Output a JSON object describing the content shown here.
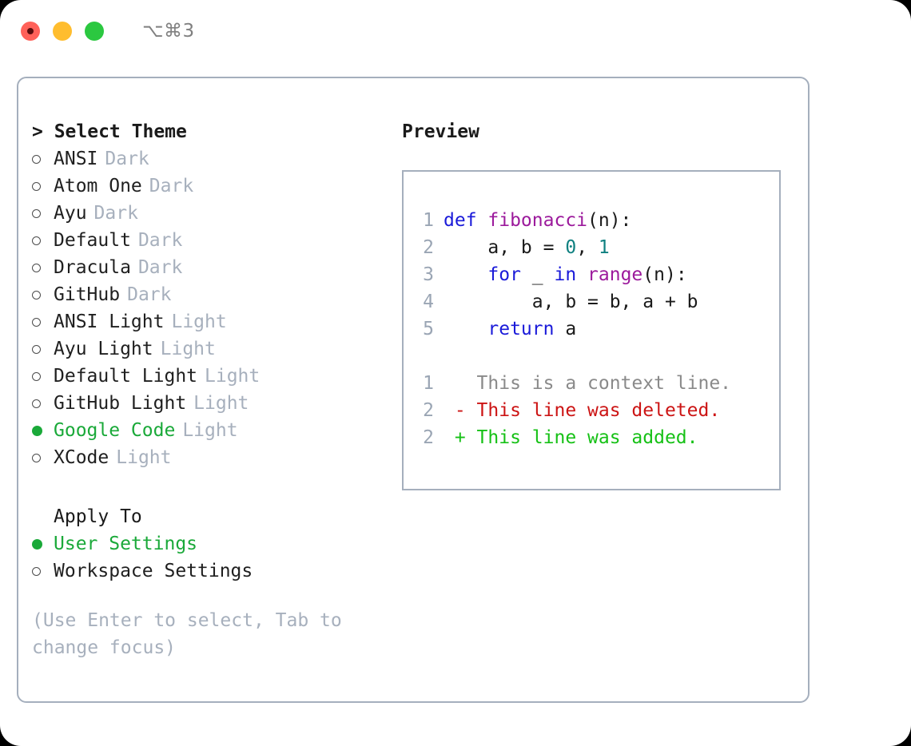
{
  "titlebar": {
    "shortcut": "⌥⌘3",
    "lights": {
      "close_label": "close",
      "minimize_label": "minimize",
      "zoom_label": "zoom"
    }
  },
  "theme_picker": {
    "header": "> Select Theme",
    "options": [
      {
        "label": "ANSI",
        "suffix": "Dark",
        "selected": false
      },
      {
        "label": "Atom One",
        "suffix": "Dark",
        "selected": false
      },
      {
        "label": "Ayu",
        "suffix": "Dark",
        "selected": false
      },
      {
        "label": "Default",
        "suffix": "Dark",
        "selected": false
      },
      {
        "label": "Dracula",
        "suffix": "Dark",
        "selected": false
      },
      {
        "label": "GitHub",
        "suffix": "Dark",
        "selected": false
      },
      {
        "label": "ANSI Light",
        "suffix": "Light",
        "selected": false
      },
      {
        "label": "Ayu Light",
        "suffix": "Light",
        "selected": false
      },
      {
        "label": "Default Light",
        "suffix": "Light",
        "selected": false
      },
      {
        "label": "GitHub Light",
        "suffix": "Light",
        "selected": false
      },
      {
        "label": "Google Code",
        "suffix": "Light",
        "selected": true
      },
      {
        "label": "XCode",
        "suffix": "Light",
        "selected": false
      }
    ]
  },
  "apply_to": {
    "header": "Apply To",
    "options": [
      {
        "label": "User Settings",
        "selected": true
      },
      {
        "label": "Workspace Settings",
        "selected": false
      }
    ]
  },
  "hint": "(Use Enter to select, Tab to change focus)",
  "preview": {
    "title": "Preview",
    "code_lines": [
      {
        "number": "1",
        "tokens": [
          {
            "text": "def ",
            "type": "kw"
          },
          {
            "text": "fibonacci",
            "type": "fn"
          },
          {
            "text": "(n):",
            "type": "plain"
          }
        ]
      },
      {
        "number": "2",
        "tokens": [
          {
            "text": "    a, b = ",
            "type": "plain"
          },
          {
            "text": "0",
            "type": "num"
          },
          {
            "text": ", ",
            "type": "plain"
          },
          {
            "text": "1",
            "type": "num"
          }
        ]
      },
      {
        "number": "3",
        "tokens": [
          {
            "text": "    ",
            "type": "plain"
          },
          {
            "text": "for",
            "type": "kw"
          },
          {
            "text": " _ ",
            "type": "plain"
          },
          {
            "text": "in",
            "type": "kw"
          },
          {
            "text": " ",
            "type": "plain"
          },
          {
            "text": "range",
            "type": "fn"
          },
          {
            "text": "(n):",
            "type": "plain"
          }
        ]
      },
      {
        "number": "4",
        "tokens": [
          {
            "text": "        a, b = b, a + b",
            "type": "plain"
          }
        ]
      },
      {
        "number": "5",
        "tokens": [
          {
            "text": "    ",
            "type": "plain"
          },
          {
            "text": "return",
            "type": "kw"
          },
          {
            "text": " a",
            "type": "plain"
          }
        ]
      }
    ],
    "diff_lines": [
      {
        "number": "1",
        "marker": " ",
        "text": "This is a context line.",
        "kind": "ctx"
      },
      {
        "number": "2",
        "marker": "-",
        "text": "This line was deleted.",
        "kind": "del"
      },
      {
        "number": "2",
        "marker": "+",
        "text": "This line was added.",
        "kind": "add"
      }
    ]
  },
  "colors": {
    "accent_green": "#1aa939",
    "muted": "#a7b0bd",
    "border": "#a5afbd",
    "keyword": "#1a1ad9",
    "function": "#9c1a9c",
    "number": "#0f8080",
    "diff_context": "#8a8a8a",
    "diff_deleted": "#cc1414",
    "diff_added": "#16c116",
    "light_red": "#ff6159",
    "light_yellow": "#ffbd2e",
    "light_green": "#2bc840"
  }
}
